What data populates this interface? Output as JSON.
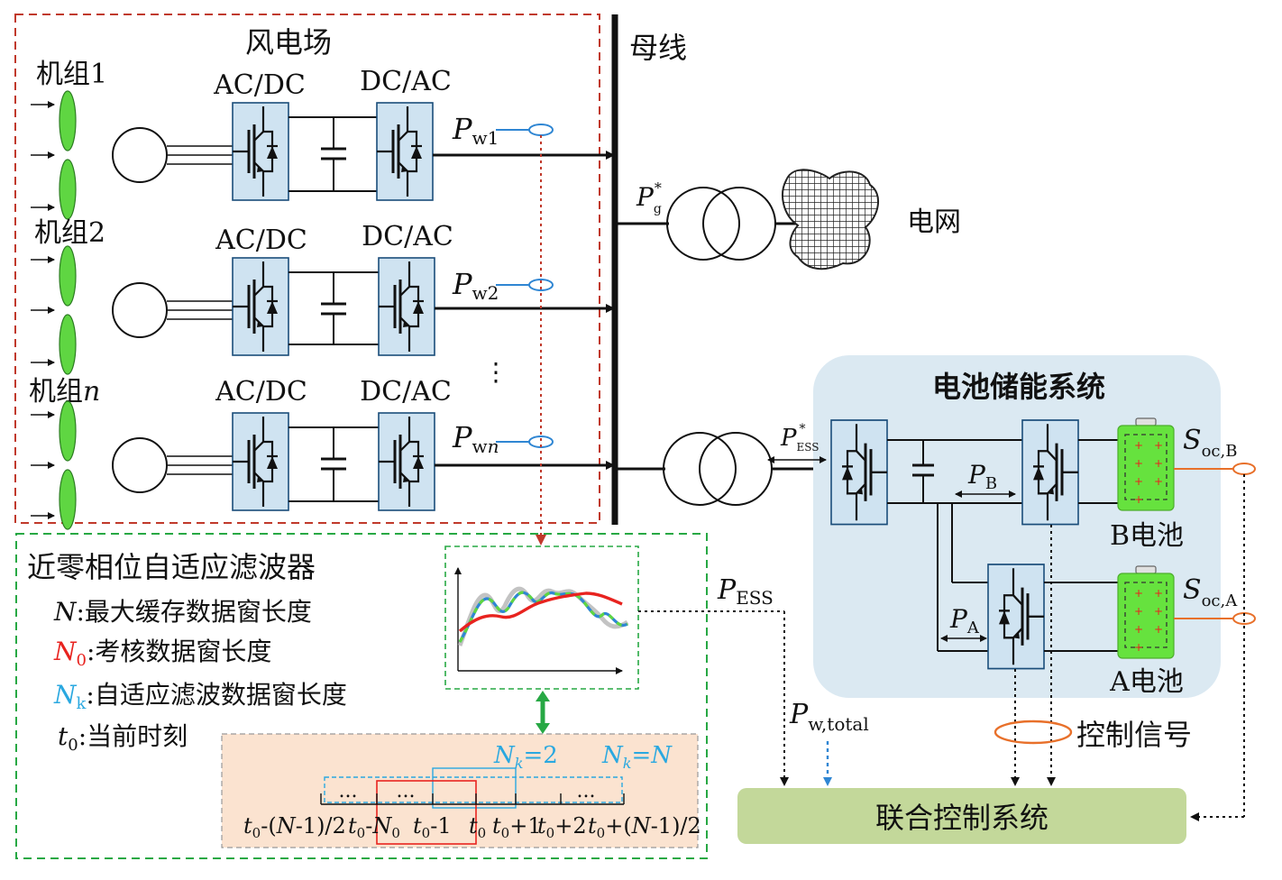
{
  "wind_farm": {
    "title": "风电场",
    "units": [
      {
        "label": "机组1",
        "rectifier": "AC/DC",
        "inverter": "DC/AC",
        "power_sym": "P",
        "power_sub": "w1"
      },
      {
        "label": "机组2",
        "rectifier": "AC/DC",
        "inverter": "DC/AC",
        "power_sym": "P",
        "power_sub": "w2"
      },
      {
        "label_main": "机组",
        "label_n": "n",
        "rectifier": "AC/DC",
        "inverter": "DC/AC",
        "power_sym": "P",
        "power_sub_a": "w",
        "power_sub_b": "n"
      }
    ],
    "ellipsis": "⋮"
  },
  "bus": {
    "label": "母线"
  },
  "grid": {
    "label": "电网",
    "power_sym": "P",
    "power_sub": "g",
    "power_sup": "*"
  },
  "ess_link": {
    "power_sym": "P",
    "power_sub": "ESS",
    "power_sup": "*"
  },
  "battery_system": {
    "title": "电池储能系统",
    "pb_sym": "P",
    "pb_sub": "B",
    "pa_sym": "P",
    "pa_sub": "A",
    "battery_b": "B电池",
    "battery_a": "A电池",
    "soc_b_sym": "S",
    "soc_b_sub": "oc,B",
    "soc_a_sym": "S",
    "soc_a_sub": "oc,A"
  },
  "filter": {
    "title": "近零相位自适应滤波器",
    "legend": [
      {
        "sym": "N",
        "sub": "",
        "text": ":最大缓存数据窗长度",
        "color": "#111111"
      },
      {
        "sym": "N",
        "sub": "0",
        "text": ":考核数据窗长度",
        "color": "#e8231f"
      },
      {
        "sym": "N",
        "sub": "k",
        "text": ":自适应滤波数据窗长度",
        "color": "#2aa8e0"
      },
      {
        "sym": "t",
        "sub": "0",
        "text": ":当前时刻",
        "color": "#111111"
      }
    ],
    "p_ess_sym": "P",
    "p_ess_sub": "ESS",
    "p_total_sym": "P",
    "p_total_sub": "w,total",
    "nk2": "N",
    "nk2_sub": "k",
    "nk2_val": "=2",
    "nkn": "N",
    "nkn_sub": "k",
    "nkn_val": "=N",
    "dots": "...",
    "ticks": [
      "t0-(N-1)/2",
      "t0-N0",
      "t0-1",
      "t0",
      "t0+1",
      "t0+2",
      "t0+(N-1)/2"
    ]
  },
  "control": {
    "signal_label": "控制信号",
    "system_label": "联合控制系统"
  },
  "colors": {
    "wind_border": "#c0392b",
    "wind_title": "#b5651d",
    "filter_border": "#27a844",
    "filter_title": "#2fae4a",
    "ess_bg": "#dbe9f2",
    "ess_title": "#1f73b7",
    "converter_fill": "#cfe3f1",
    "blade": "#5fd642",
    "battery": "#66e23e",
    "control_bg": "#c3d89a",
    "window_bg": "#fbe3d0",
    "sensor": "#2f86d3",
    "orange": "#e8702a"
  }
}
